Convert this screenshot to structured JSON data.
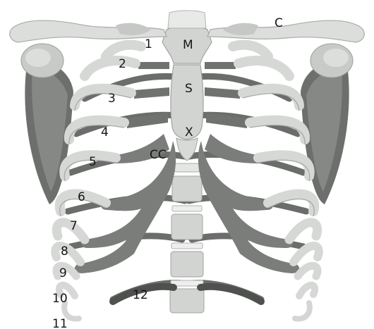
{
  "diagram": {
    "labels": {
      "clavicle": "C",
      "manubrium": "M",
      "sternum_body": "S",
      "xiphoid": "X",
      "costal_cartilage": "CC",
      "rib_1": "1",
      "rib_2": "2",
      "rib_3": "3",
      "rib_4": "4",
      "rib_5": "5",
      "rib_6": "6",
      "rib_7": "7",
      "rib_8": "8",
      "rib_9": "9",
      "rib_10": "10",
      "rib_11": "11",
      "rib_12": "12"
    },
    "colors": {
      "bone": "#d4d6d4",
      "bone_highlight": "#e8eae8",
      "bone_outline": "#9fa29f",
      "cartilage": "#7a7d7a",
      "cartilage_dark": "#5f625f",
      "scapula_shadow": "#686b68",
      "label_text": "#151515"
    }
  }
}
